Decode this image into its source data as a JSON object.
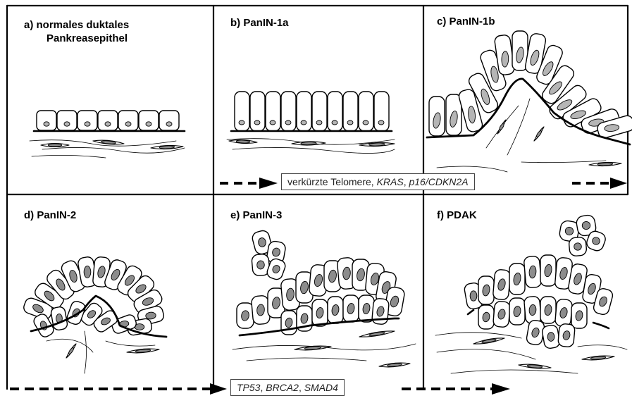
{
  "panels": [
    {
      "title_line1": "a) normales duktales",
      "title_line2": "Pankreasepithel"
    },
    {
      "title_line1": "b) PanIN-1a"
    },
    {
      "title_line1": "c) PanIN-1b"
    },
    {
      "title_line1": "d) PanIN-2"
    },
    {
      "title_line1": "e) PanIN-3"
    },
    {
      "title_line1": "f) PDAK"
    }
  ],
  "annotations": {
    "early": {
      "part1": "verkürzte Telomere, ",
      "part2": "KRAS",
      "part3": ", ",
      "part4": "p16/CDKN2A"
    },
    "late": {
      "part1": "TP53",
      "part2": ", ",
      "part3": "BRCA2",
      "part4": ", ",
      "part5": "SMAD4"
    }
  },
  "colors": {
    "line": "#000000",
    "nucleus": "#8c8c8c",
    "nucleus_light": "#b5b5b5",
    "background": "#ffffff"
  }
}
